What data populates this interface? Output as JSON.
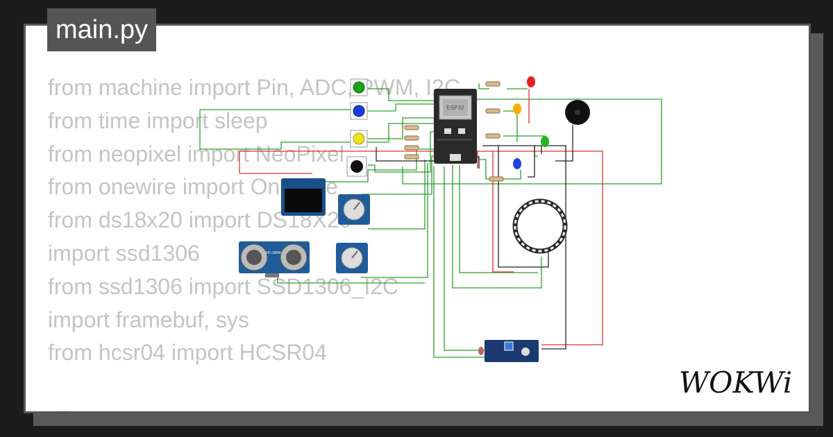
{
  "tab": {
    "filename": "main.py"
  },
  "code_lines": [
    "from machine import Pin, ADC, PWM, I2C",
    "from time import sleep",
    "from neopixel import NeoPixel",
    "from onewire import OneWire",
    "from ds18x20 import DS18X20",
    "import ssd1306",
    "from ssd1306 import SSD1306_I2C",
    "import framebuf, sys",
    "from hcsr04 import HCSR04",
    "",
    "#P"
  ],
  "components": {
    "mcu_label": "ESP32",
    "ultrasonic_label": "HC-SR04"
  },
  "logo": {
    "text": "WOKWi"
  },
  "colors": {
    "wire_green": "#2a9d2a",
    "wire_red": "#e23030",
    "wire_black": "#222222",
    "board_blue": "#1f5c99",
    "mcu_body": "#2a2a2a"
  }
}
